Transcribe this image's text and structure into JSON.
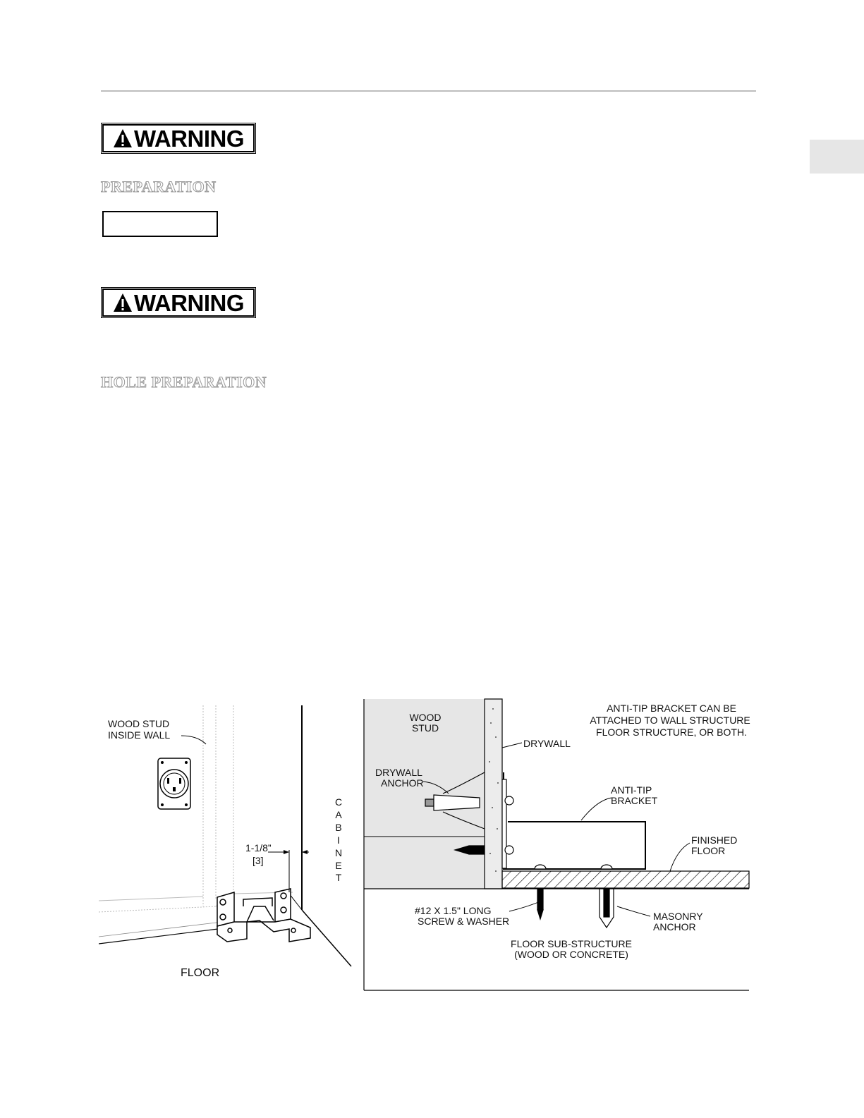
{
  "header": {
    "rule_color": "#bdbdbd"
  },
  "warnings": [
    {
      "label": "WARNING"
    },
    {
      "label": "WARNING"
    }
  ],
  "sections": {
    "preparation": "PREPARATION",
    "hole_preparation": "HOLE PREPARATION"
  },
  "figure_left": {
    "wood_stud_line1": "WOOD STUD",
    "wood_stud_line2": "INSIDE WALL",
    "dimension_line1": "1-1/8”",
    "dimension_line2": "[3]",
    "cabinet_letters": [
      "C",
      "A",
      "B",
      "I",
      "N",
      "E",
      "T"
    ],
    "floor": "FLOOR"
  },
  "figure_right": {
    "wood_stud_line1": "WOOD",
    "wood_stud_line2": "STUD",
    "drywall": "DRYWALL",
    "drywall_anchor_line1": "DRYWALL",
    "drywall_anchor_line2": "ANCHOR",
    "note_line1": "ANTI-TIP BRACKET CAN BE",
    "note_line2": "ATTACHED TO WALL STRUCTURE,",
    "note_line3": "FLOOR STRUCTURE, OR BOTH.",
    "bracket_line1": "ANTI-TIP",
    "bracket_line2": "BRACKET",
    "finished_floor_line1": "FINISHED",
    "finished_floor_line2": "FLOOR",
    "screw_line1": "#12 X 1.5\" LONG",
    "screw_line2": "SCREW & WASHER",
    "masonry_line1": "MASONRY",
    "masonry_line2": "ANCHOR",
    "substructure_line1": "FLOOR SUB-STRUCTURE",
    "substructure_line2": "(WOOD OR CONCRETE)"
  }
}
